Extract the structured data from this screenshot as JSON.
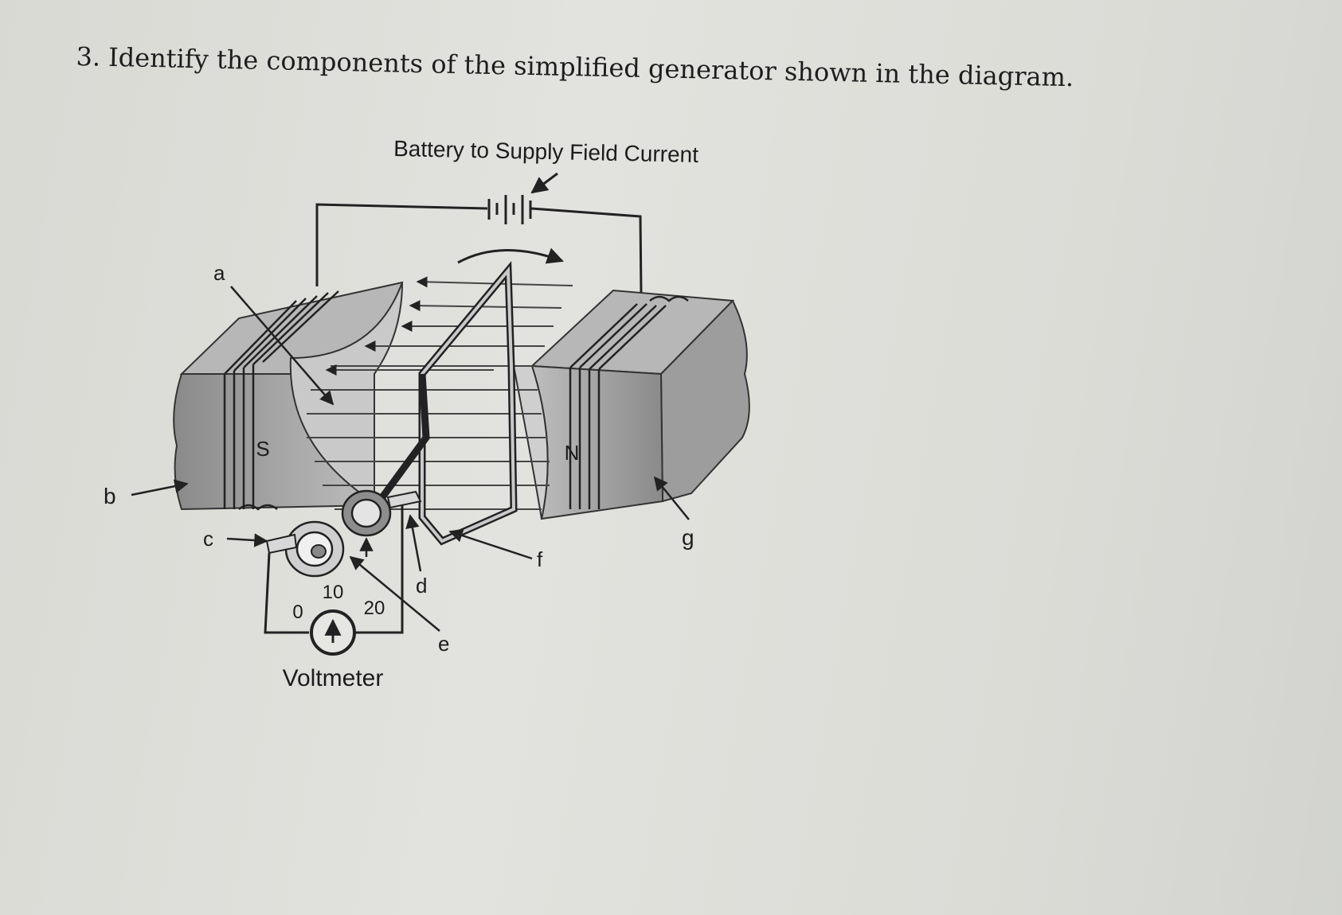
{
  "question": {
    "number": "3.",
    "text": "Identify the components of the simplified generator shown in the diagram."
  },
  "diagram": {
    "battery_label": "Battery to Supply Field Current",
    "pole_left": "S",
    "pole_right": "N",
    "labels": {
      "a": "a",
      "b": "b",
      "c": "c",
      "d": "d",
      "e": "e",
      "f": "f",
      "g": "g"
    },
    "meter": {
      "tick_0": "0",
      "tick_10": "10",
      "tick_20": "20",
      "caption": "Voltmeter"
    }
  }
}
